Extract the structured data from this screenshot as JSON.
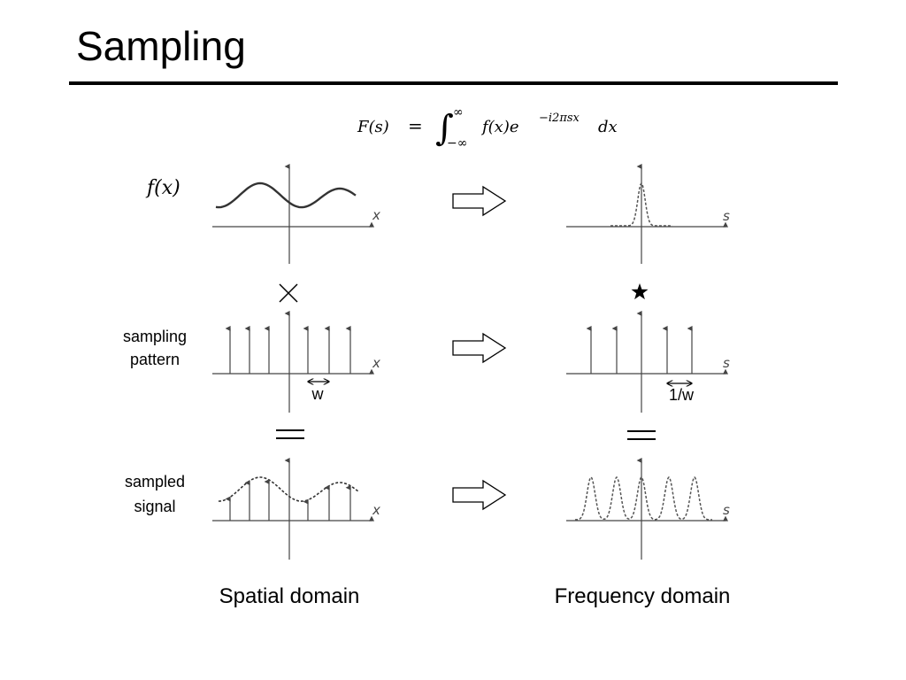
{
  "slide": {
    "title": "Sampling"
  },
  "formula": {
    "lhs": "F(s)",
    "equals": "=",
    "integral": "∫",
    "upper_limit": "∞",
    "lower_limit": "−∞",
    "integrand": "f(x)e",
    "exponent": "−i2πsx",
    "differential": "dx"
  },
  "rows": {
    "signal": {
      "label": "f(x)",
      "x_axis": "x",
      "s_axis": "s"
    },
    "pattern": {
      "label_line1": "sampling",
      "label_line2": "pattern",
      "x_axis": "x",
      "s_axis": "s",
      "spatial_spacing": "w",
      "frequency_spacing": "1/w"
    },
    "sampled": {
      "label_line1": "sampled",
      "label_line2": "signal",
      "x_axis": "x",
      "s_axis": "s"
    }
  },
  "operators": {
    "multiply": "×",
    "convolve": "★",
    "equals": "="
  },
  "columns": {
    "spatial": "Spatial domain",
    "frequency": "Frequency domain"
  },
  "colors": {
    "ink": "#000000",
    "plot": "#444444",
    "curve": "#333333"
  }
}
